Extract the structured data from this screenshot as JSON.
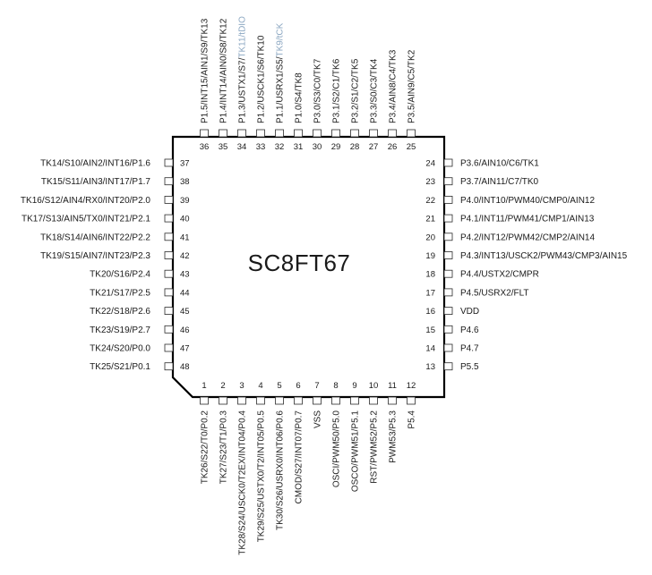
{
  "chip": {
    "name": "SC8FT67"
  },
  "colors": {
    "highlight": "#8aa6c1",
    "text": "#1a1a1a",
    "body": "#000000"
  },
  "pins": {
    "top": [
      {
        "num": "36",
        "label": [
          {
            "t": "P1.5/INT15/AIN1/S9/TK13"
          }
        ]
      },
      {
        "num": "35",
        "label": [
          {
            "t": "P1.4/INT14/AIN0/S8/TK12"
          }
        ]
      },
      {
        "num": "34",
        "label": [
          {
            "t": "P1.3/USTX1/S7/"
          },
          {
            "t": "TK11/tDIO",
            "hl": true
          }
        ]
      },
      {
        "num": "33",
        "label": [
          {
            "t": "P1.2/USCK1/S6/TK10"
          }
        ]
      },
      {
        "num": "32",
        "label": [
          {
            "t": "P1.1/USRX1/S5/"
          },
          {
            "t": "TK9/tCK",
            "hl": true
          }
        ]
      },
      {
        "num": "31",
        "label": [
          {
            "t": "P1.0/S4/TK8"
          }
        ]
      },
      {
        "num": "30",
        "label": [
          {
            "t": "P3.0/S3/C0/TK7"
          }
        ]
      },
      {
        "num": "29",
        "label": [
          {
            "t": "P3.1/S2/C1/TK6"
          }
        ]
      },
      {
        "num": "28",
        "label": [
          {
            "t": "P3.2/S1/C2/TK5"
          }
        ]
      },
      {
        "num": "27",
        "label": [
          {
            "t": "P3.3/S0/C3/TK4"
          }
        ]
      },
      {
        "num": "26",
        "label": [
          {
            "t": "P3.4/AIN8/C4/TK3"
          }
        ]
      },
      {
        "num": "25",
        "label": [
          {
            "t": "P3.5/AIN9/C5/TK2"
          }
        ]
      }
    ],
    "left": [
      {
        "num": "37",
        "label": "TK14/S10/AIN2/INT16/P1.6"
      },
      {
        "num": "38",
        "label": "TK15/S11/AIN3/INT17/P1.7"
      },
      {
        "num": "39",
        "label": "TK16/S12/AIN4/RX0/INT20/P2.0"
      },
      {
        "num": "40",
        "label": "TK17/S13/AIN5/TX0/INT21/P2.1"
      },
      {
        "num": "41",
        "label": "TK18/S14/AIN6/INT22/P2.2"
      },
      {
        "num": "42",
        "label": "TK19/S15/AIN7/INT23/P2.3"
      },
      {
        "num": "43",
        "label": "TK20/S16/P2.4"
      },
      {
        "num": "44",
        "label": "TK21/S17/P2.5"
      },
      {
        "num": "45",
        "label": "TK22/S18/P2.6"
      },
      {
        "num": "46",
        "label": "TK23/S19/P2.7"
      },
      {
        "num": "47",
        "label": "TK24/S20/P0.0"
      },
      {
        "num": "48",
        "label": "TK25/S21/P0.1"
      }
    ],
    "right": [
      {
        "num": "24",
        "label": "P3.6/AIN10/C6/TK1"
      },
      {
        "num": "23",
        "label": "P3.7/AIN11/C7/TK0"
      },
      {
        "num": "22",
        "label": "P4.0/INT10/PWM40/CMP0/AIN12"
      },
      {
        "num": "21",
        "label": "P4.1/INT11/PWM41/CMP1/AIN13"
      },
      {
        "num": "20",
        "label": "P4.2/INT12/PWM42/CMP2/AIN14"
      },
      {
        "num": "19",
        "label": "P4.3/INT13/USCK2/PWM43/CMP3/AIN15"
      },
      {
        "num": "18",
        "label": "P4.4/USTX2/CMPR"
      },
      {
        "num": "17",
        "label": "P4.5/USRX2/FLT"
      },
      {
        "num": "16",
        "label": "VDD"
      },
      {
        "num": "15",
        "label": "P4.6"
      },
      {
        "num": "14",
        "label": "P4.7"
      },
      {
        "num": "13",
        "label": "P5.5"
      }
    ],
    "bottom": [
      {
        "num": "1",
        "label": "TK26/S22/T0/P0.2"
      },
      {
        "num": "2",
        "label": "TK27/S23/T1/P0.3"
      },
      {
        "num": "3",
        "label": "TK28/S24/USCK0/T2EX/INT04/P0.4"
      },
      {
        "num": "4",
        "label": "TK29/S25/USTX0/T2/INT05/P0.5"
      },
      {
        "num": "5",
        "label": "TK30/S26/USRX0/INT06/P0.6"
      },
      {
        "num": "6",
        "label": "CMOD/S27/INT07/P0.7"
      },
      {
        "num": "7",
        "label": "VSS"
      },
      {
        "num": "8",
        "label": "OSCI/PWM50/P5.0"
      },
      {
        "num": "9",
        "label": "OSCO/PWM51/P5.1"
      },
      {
        "num": "10",
        "label": "RST/PWM52/P5.2"
      },
      {
        "num": "11",
        "label": "PWM53/P5.3"
      },
      {
        "num": "12",
        "label": "P5.4"
      }
    ]
  }
}
